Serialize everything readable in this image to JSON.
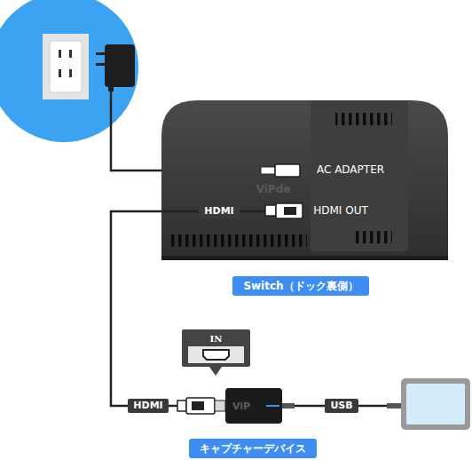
{
  "diagram": {
    "nodes": [
      {
        "text": [
          "AC ADAPTER",
          "HDMI OUT",
          "Switch（ドック裏側）"
        ]
      },
      {
        "text": [
          "キャプチャーデバイス"
        ]
      },
      {
        "text": [
          "IN"
        ]
      }
    ],
    "edges": [
      {
        "from": 0,
        "to": 1,
        "arrow": "none",
        "label": "HDMI"
      }
    ],
    "labels": [
      "HDMI",
      "USB",
      "ViPde",
      "ViP"
    ]
  }
}
